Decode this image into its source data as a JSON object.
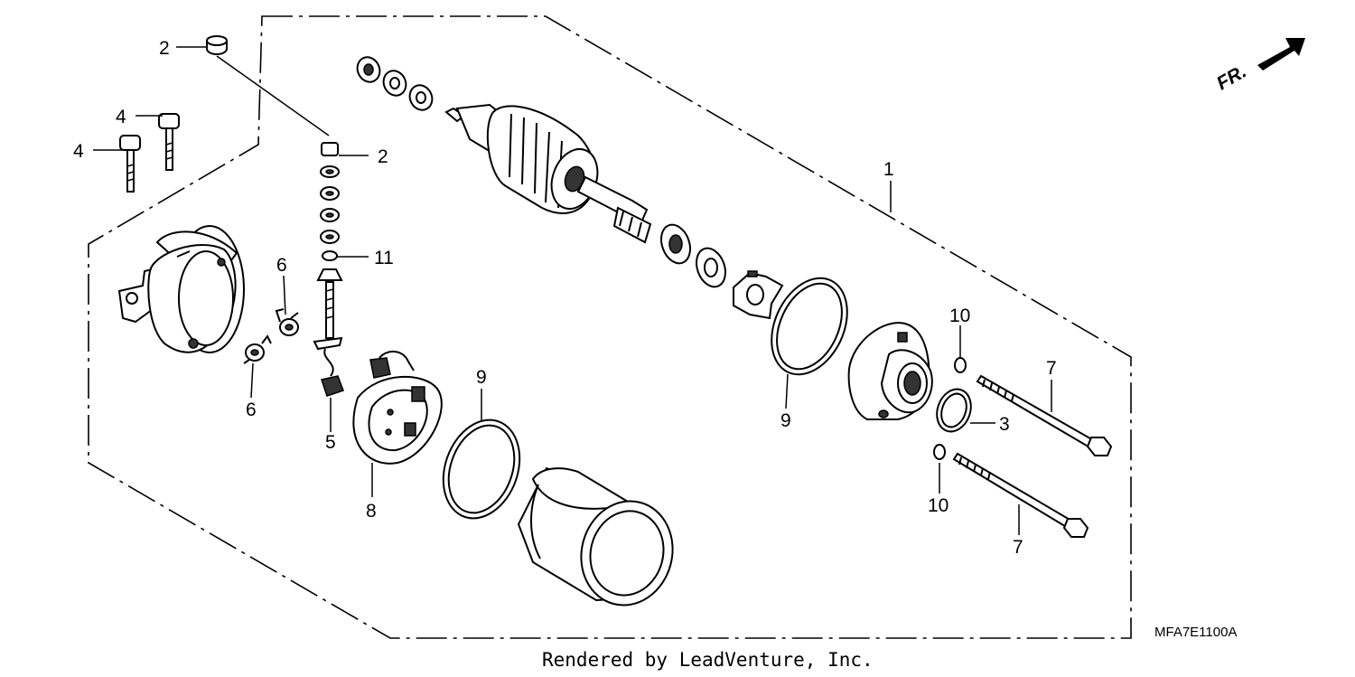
{
  "diagram": {
    "callouts": {
      "nut_top": "2",
      "nut_terminal": "2",
      "bolt_a": "4",
      "bolt_b": "4",
      "starter_assy": "1",
      "spring_top": "6",
      "spring_bottom": "6",
      "washer_11": "11",
      "brush_5": "5",
      "brush_holder_8": "8",
      "oring_9_left": "9",
      "oring_9_right": "9",
      "oring_3": "3",
      "washer_10_top": "10",
      "washer_10_bottom": "10",
      "through_bolt_top": "7",
      "through_bolt_bottom": "7"
    },
    "direction_marker": "FR.",
    "figure_code": "MFA7E1100A",
    "credit": "Rendered by LeadVenture, Inc."
  }
}
